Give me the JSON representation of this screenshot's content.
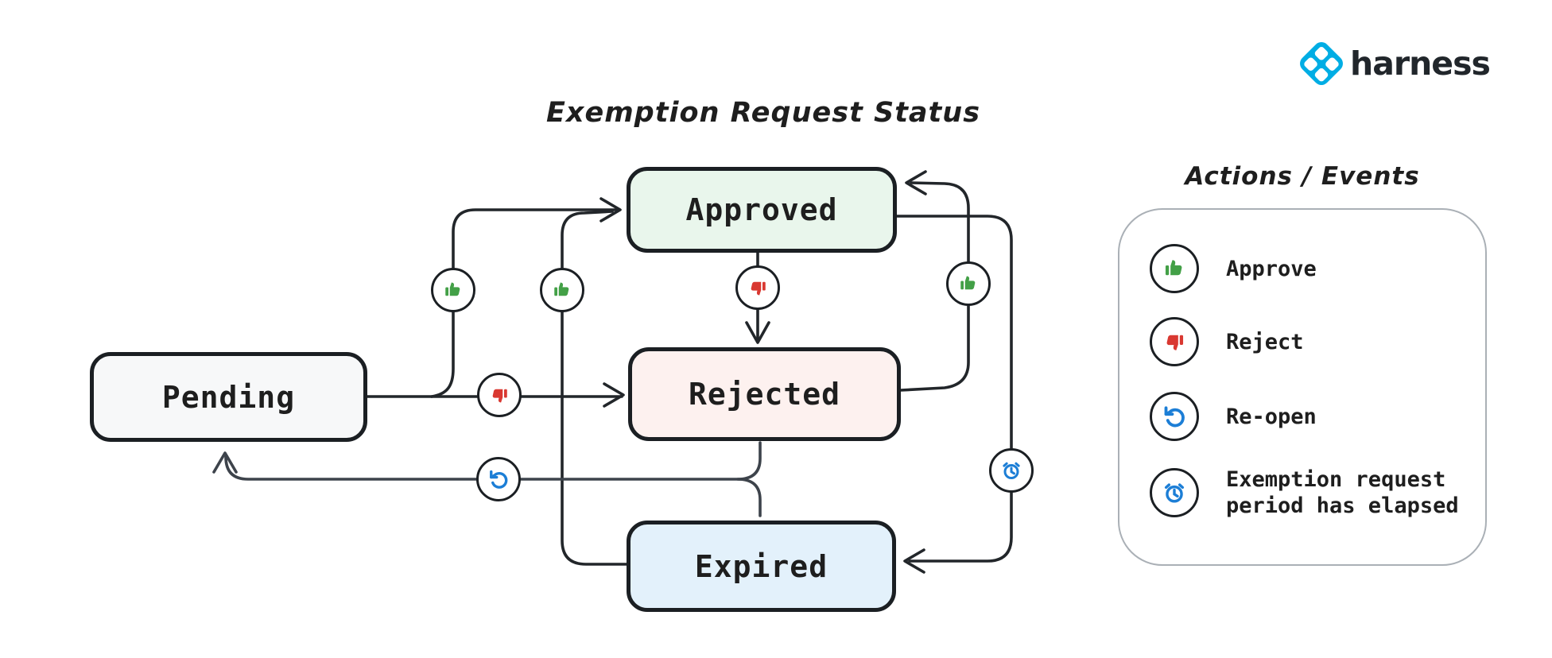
{
  "logo": {
    "brand": "harness",
    "brand_color": "#00ade4",
    "text_color": "#21262b"
  },
  "diagram": {
    "title": "Exemption Request Status",
    "states": [
      {
        "id": "pending",
        "label": "Pending",
        "fill": "#f7f8f9"
      },
      {
        "id": "approved",
        "label": "Approved",
        "fill": "#e9f6ec"
      },
      {
        "id": "rejected",
        "label": "Rejected",
        "fill": "#fdf1ef"
      },
      {
        "id": "expired",
        "label": "Expired",
        "fill": "#e3f1fb"
      }
    ],
    "transitions": [
      {
        "from": "Pending",
        "to": "Approved",
        "action": "Approve",
        "icon": "thumbs-up-icon"
      },
      {
        "from": "Pending",
        "to": "Rejected",
        "action": "Reject",
        "icon": "thumbs-down-icon"
      },
      {
        "from": "Approved",
        "to": "Rejected",
        "action": "Reject",
        "icon": "thumbs-down-icon"
      },
      {
        "from": "Rejected",
        "to": "Approved",
        "action": "Approve",
        "icon": "thumbs-up-icon"
      },
      {
        "from": "Expired",
        "to": "Approved",
        "action": "Approve",
        "icon": "thumbs-up-icon"
      },
      {
        "from": "Approved",
        "to": "Expired",
        "action": "Exemption request period has elapsed",
        "icon": "alarm-clock-icon"
      },
      {
        "from": "Rejected",
        "to": "Pending",
        "action": "Re-open",
        "icon": "reopen-icon"
      },
      {
        "from": "Expired",
        "to": "Pending",
        "action": "Re-open",
        "icon": "reopen-icon"
      }
    ]
  },
  "legend": {
    "title": "Actions / Events",
    "items": [
      {
        "icon": "thumbs-up-icon",
        "label": "Approve",
        "color": "#43a047"
      },
      {
        "icon": "thumbs-down-icon",
        "label": "Reject",
        "color": "#d93831"
      },
      {
        "icon": "reopen-icon",
        "label": "Re-open",
        "color": "#1c7ed6"
      },
      {
        "icon": "alarm-clock-icon",
        "label": "Exemption request period has elapsed",
        "color": "#1c7ed6"
      }
    ]
  },
  "colors": {
    "edge": "#22262a",
    "reopen_edge": "#3d434b",
    "state_border": "#1b1f23",
    "legend_border": "#aab0b6",
    "approve_green": "#43a047",
    "reject_red": "#d93831",
    "event_blue": "#1c7ed6"
  }
}
